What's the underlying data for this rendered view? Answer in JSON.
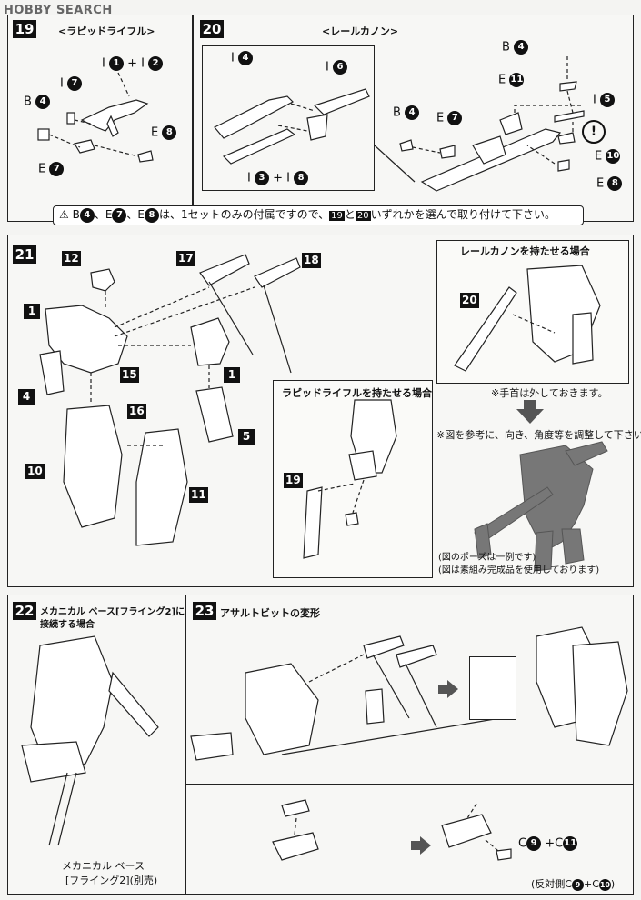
{
  "watermark": "HOBBY SEARCH",
  "step19": {
    "num": "19",
    "title": "<ラピッドライフル>",
    "lbl_top": "I",
    "lbl_top2": "+ I",
    "lbl_i7": "I",
    "lbl_b4": "B",
    "lbl_e7": "E",
    "lbl_e8": "E",
    "n1": "1",
    "n2": "2",
    "n7": "7",
    "n4": "4",
    "n7b": "7",
    "n8": "8"
  },
  "step20": {
    "num": "20",
    "title": "<レールカノン>",
    "i": "I",
    "n4": "4",
    "n6": "6",
    "n3": "3",
    "plus": "+ I",
    "n8": "8",
    "b": "B",
    "e": "E",
    "n7": "7",
    "e11": "11",
    "n5": "5",
    "e10": "10",
    "e8": "8",
    "warn": "!"
  },
  "notice": {
    "text_a": "B",
    "n4": "4",
    "text_b": "、E",
    "n7": "7",
    "text_c": "、E",
    "n8": "8",
    "text_d": "は、1セットのみの付属ですので、",
    "s19": "19",
    "text_e": "と",
    "s20": "20",
    "text_f": "いずれかを選んで取り付けて下さい。"
  },
  "step21": {
    "num": "21",
    "p12": "12",
    "p17": "17",
    "p18": "18",
    "p1": "1",
    "p1b": "1",
    "p4": "4",
    "p15": "15",
    "p16": "16",
    "p5": "5",
    "p10": "10",
    "p11": "11",
    "rapid_title": "ラピッドライフルを持たせる場合",
    "p19": "19",
    "rail_title": "レールカノンを持たせる場合",
    "p20": "20",
    "note_wrist": "※手首は外しておきます。",
    "note_ref": "※図を参考に、向き、角度等を調整して下さい。",
    "note_pose1": "(図のポーズは一例です)",
    "note_pose2": "(図は素組み完成品を使用しております)"
  },
  "step22": {
    "num": "22",
    "title1": "メカニカル ベース[フライング2]に",
    "title2": "接続する場合",
    "cap1": "メカニカル ベース",
    "cap2": "[フライング2](別売)"
  },
  "step23": {
    "num": "23",
    "title": "アサルトビットの変形",
    "c": "C",
    "n9": "9",
    "plus": "+C",
    "n11": "11",
    "opp": "(反対側C",
    "opp9": "9",
    "opp_plus": "+C",
    "opp10": "10",
    "opp_end": ")"
  }
}
